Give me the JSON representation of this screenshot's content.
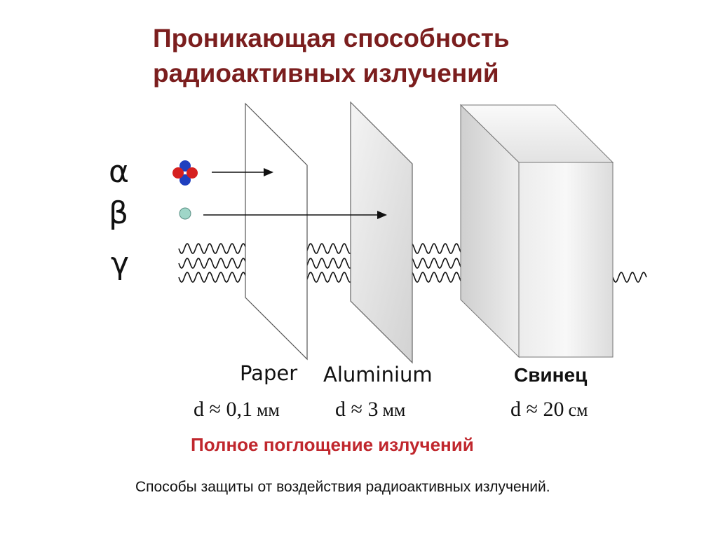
{
  "title": {
    "line1": "Проникающая способность",
    "line2": "радиоактивных излучений"
  },
  "radiation": {
    "alpha": "α",
    "beta": "β",
    "gamma": "γ"
  },
  "materials": [
    {
      "name": "Paper",
      "thickness_prefix": "d ≈ 0,1",
      "unit": "мм"
    },
    {
      "name": "Aluminium",
      "thickness_prefix": "d ≈ 3",
      "unit": "мм"
    },
    {
      "name": "Свинец",
      "thickness_prefix": "d ≈ 20",
      "unit": "см"
    }
  ],
  "absorption_label": "Полное поглощение излучений",
  "caption": "Способы защиты от воздействия радиоактивных излучений.",
  "colors": {
    "title": "#7b1e1e",
    "absorption": "#c0272d",
    "proton": "#d62020",
    "neutron": "#1f3fbf",
    "electron": "#9fd6c8"
  }
}
